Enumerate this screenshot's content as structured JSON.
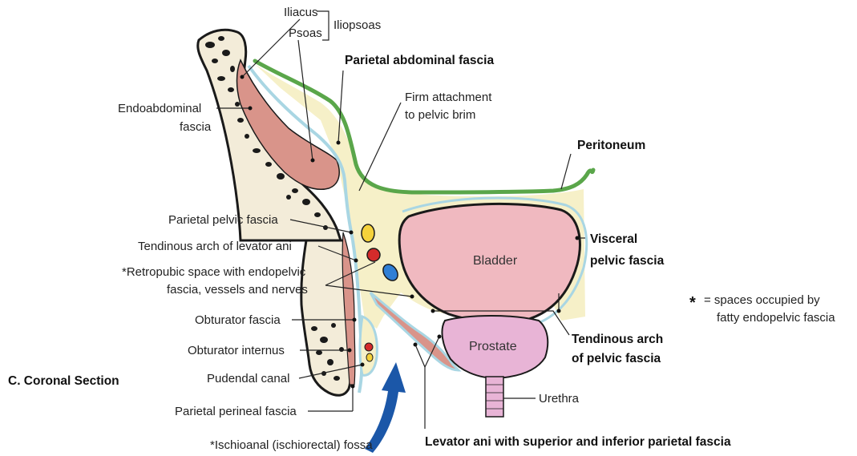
{
  "section_title": "C. Coronal Section",
  "key_note": {
    "symbol": "*",
    "line1": "= spaces occupied by",
    "line2": "fatty endopelvic fascia"
  },
  "labels": {
    "iliacus": "Iliacus",
    "psoas": "Psoas",
    "iliopsoas": "Iliopsoas",
    "parietal_abdominal_fascia": "Parietal abdominal fascia",
    "endoabdominal_fascia_1": "Endoabdominal",
    "endoabdominal_fascia_2": "fascia",
    "firm_attachment_1": "Firm attachment",
    "firm_attachment_2": "to pelvic brim",
    "peritoneum": "Peritoneum",
    "parietal_pelvic_fascia": "Parietal pelvic fascia",
    "tendinous_arch_levator_ani": "Tendinous arch of levator ani",
    "retropubic_space_1": "*Retropubic space with endopelvic",
    "retropubic_space_2": "fascia, vessels and nerves",
    "visceral_pelvic_fascia_1": "Visceral",
    "visceral_pelvic_fascia_2": "pelvic fascia",
    "obturator_fascia": "Obturator fascia",
    "obturator_internus": "Obturator internus",
    "pudendal_canal": "Pudendal canal",
    "parietal_perineal_fascia": "Parietal perineal fascia",
    "ischioanal_fossa": "*Ischioanal (ischiorectal) fossa",
    "tendinous_arch_pelvic_fascia_1": "Tendinous arch",
    "tendinous_arch_pelvic_fascia_2": "of pelvic fascia",
    "levator_ani": "Levator ani with superior and inferior parietal fascia",
    "urethra": "Urethra",
    "bladder": "Bladder",
    "prostate": "Prostate"
  },
  "colors": {
    "bone_outline": "#1a1a1a",
    "bone_fill": "#f3ecd9",
    "muscle": "#d9948a",
    "fat": "#f6f0c8",
    "fascia": "#a9d6e3",
    "peritoneum": "#5aa64a",
    "bladder": "#f0b9c0",
    "prostate": "#e8b4d6",
    "arrow": "#1b57a8"
  }
}
